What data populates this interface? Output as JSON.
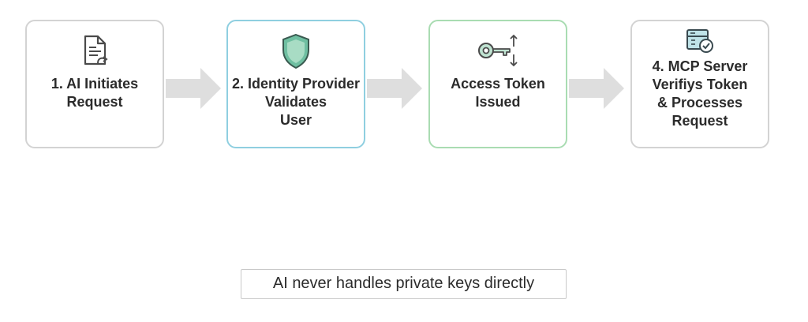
{
  "steps": [
    {
      "label": "1. AI Initiates\nRequest",
      "icon": "document-icon"
    },
    {
      "label": "2. Identity Provider\nValidates\nUser",
      "icon": "shield-icon"
    },
    {
      "label": "Access Token\nIssued",
      "icon": "key-icon"
    },
    {
      "label": "4. MCP Server\nVerifiys Token\n& Processes\nRequest",
      "icon": "server-verify-icon"
    }
  ],
  "note": "AI never handles private keys directly",
  "colors": {
    "box_border": "#d3d3d3",
    "blue_border": "#8fcfe0",
    "green_border": "#a9dcb2",
    "arrow": "#dedede",
    "shield_fill": "#a8dcc4",
    "key_fill": "#bfe3d1",
    "text": "#2b2b2b"
  }
}
